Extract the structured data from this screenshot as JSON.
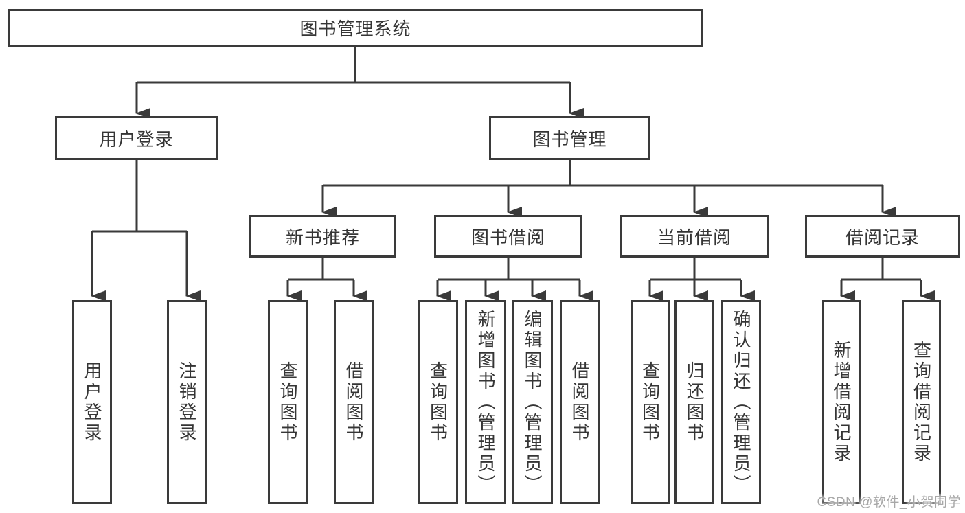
{
  "diagram": {
    "title": "图书管理系统",
    "level2": {
      "user_login": "用户登录",
      "book_management": "图书管理"
    },
    "level3": {
      "new_book_recommend": "新书推荐",
      "book_borrowing": "图书借阅",
      "current_borrowing": "当前借阅",
      "borrowing_records": "借阅记录"
    },
    "leaves": {
      "login_user_login": "用户登录",
      "login_logout": "注销登录",
      "recommend_query_books": "查询图书",
      "recommend_borrow_books": "借阅图书",
      "borrowing_query_books": "查询图书",
      "borrowing_add_book_admin": "新增图书（管理员）",
      "borrowing_edit_book_admin": "编辑图书（管理员）",
      "borrowing_borrow_books": "借阅图书",
      "current_query_books": "查询图书",
      "current_return_books": "归还图书",
      "current_confirm_return_admin": "确认归还（管理员）",
      "records_add_record": "新增借阅记录",
      "records_query_record": "查询借阅记录"
    }
  },
  "watermark": {
    "text": "CSDN @软件_小贺同学"
  },
  "colors": {
    "line": "#3a3a3a",
    "text": "#353535",
    "watermark": "#a8a8a8",
    "background": "#ffffff"
  }
}
